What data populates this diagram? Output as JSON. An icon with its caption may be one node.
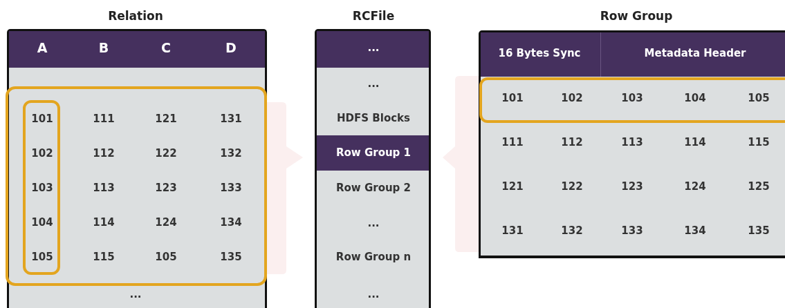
{
  "diagram": {
    "nodes": [
      {
        "text": [
          "Relation",
          "A",
          "B",
          "C",
          "D",
          "101",
          "111",
          "121",
          "131",
          "102",
          "112",
          "122",
          "132",
          "103",
          "113",
          "123",
          "133",
          "104",
          "114",
          "124",
          "134",
          "105",
          "115",
          "105",
          "135",
          "..."
        ]
      },
      {
        "text": [
          "RCFile",
          "...",
          "...",
          "HDFS Blocks",
          "Row Group 1",
          "Row Group 2",
          "...",
          "Row Group n",
          "..."
        ]
      },
      {
        "text": [
          "Row Group",
          "16 Bytes Sync",
          "Metadata Header",
          "101",
          "102",
          "103",
          "104",
          "105",
          "111",
          "112",
          "113",
          "114",
          "115",
          "121",
          "122",
          "123",
          "124",
          "125",
          "131",
          "132",
          "133",
          "134",
          "135"
        ]
      },
      {
        "text": [],
        "shape": "callout"
      },
      {
        "text": [],
        "shape": "callout"
      }
    ]
  }
}
